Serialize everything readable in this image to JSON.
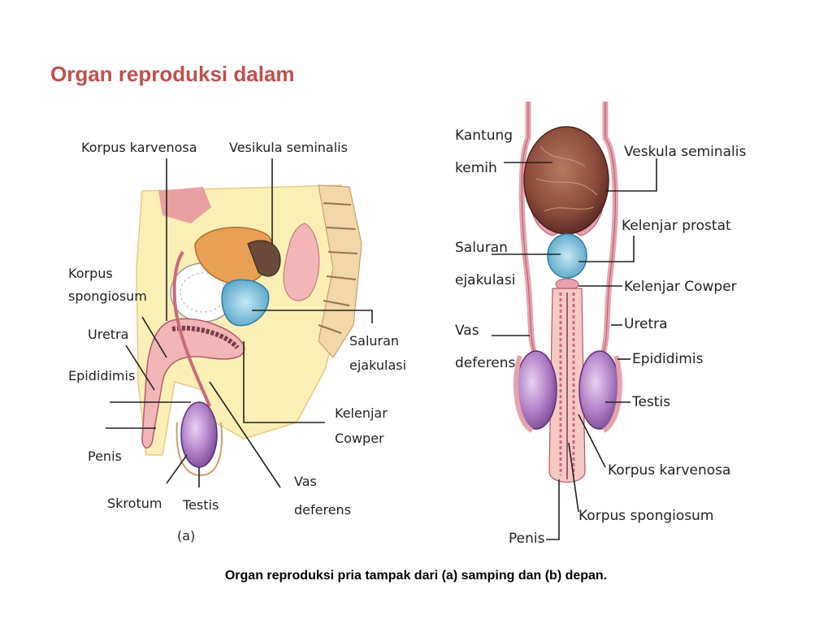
{
  "title": "Organ reproduksi dalam",
  "caption": "Organ reproduksi pria tampak dari (a) samping dan (b) depan.",
  "panel_a": {
    "figure_label": "(a)",
    "labels": {
      "korpus_karvenosa": "Korpus karvenosa",
      "vesikula_seminalis": "Vesikula seminalis",
      "korpus_spongiosum_1": "Korpus",
      "korpus_spongiosum_2": "spongiosum",
      "uretra": "Uretra",
      "epididimis": "Epididimis",
      "penis": "Penis",
      "skrotum": "Skrotum",
      "testis": "Testis",
      "saluran_ejakulasi_1": "Saluran",
      "saluran_ejakulasi_2": "ejakulasi",
      "kelenjar_cowper_1": "Kelenjar",
      "kelenjar_cowper_2": "Cowper",
      "vas_deferens_1": "Vas",
      "vas_deferens_2": "deferens"
    }
  },
  "panel_b": {
    "labels": {
      "kantung_kemih_1": "Kantung",
      "kantung_kemih_2": "kemih",
      "veskula_seminalis": "Veskula seminalis",
      "kelenjar_prostat": "Kelenjar prostat",
      "saluran_ejakulasi_1": "Saluran",
      "saluran_ejakulasi_2": "ejakulasi",
      "kelenjar_cowper": "Kelenjar Cowper",
      "vas_deferens_1": "Vas",
      "vas_deferens_2": "deferens",
      "uretra": "Uretra",
      "epididimis": "Epididimis",
      "testis": "Testis",
      "korpus_karvenosa": "Korpus karvenosa",
      "korpus_spongiosum": "Korpus spongiosum",
      "penis": "Penis"
    }
  },
  "colors": {
    "title": "#c0504d",
    "body_yellow": "#fbefb6",
    "tissue_pink": "#f2b6b6",
    "bladder_orange": "#e9a055",
    "prostate_blue": "#7ec3dc",
    "testis_purple": "#b07fc6",
    "bladder_brown": "#8a4a3a"
  }
}
